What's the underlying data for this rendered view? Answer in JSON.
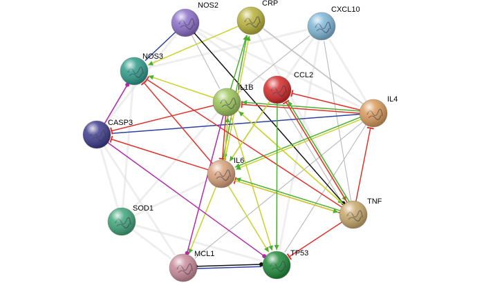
{
  "nodes": [
    {
      "id": "NOS2",
      "label": "NOS2",
      "color": "#8B6FC9"
    },
    {
      "id": "CRP",
      "label": "CRP",
      "color": "#B9B23A"
    },
    {
      "id": "CXCL10",
      "label": "CXCL10",
      "color": "#7FB7D8"
    },
    {
      "id": "NOS3",
      "label": "NOS3",
      "color": "#2E9B8A"
    },
    {
      "id": "CCL2",
      "label": "CCL2",
      "color": "#D42A2A"
    },
    {
      "id": "IL1B",
      "label": "IL1B",
      "color": "#9CC45A"
    },
    {
      "id": "IL4",
      "label": "IL4",
      "color": "#D99A5A"
    },
    {
      "id": "CASP3",
      "label": "CASP3",
      "color": "#3E3C8E"
    },
    {
      "id": "IL6",
      "label": "IL6",
      "color": "#D8A07A"
    },
    {
      "id": "TNF",
      "label": "TNF",
      "color": "#C8A86A"
    },
    {
      "id": "SOD1",
      "label": "SOD1",
      "color": "#3FA57A"
    },
    {
      "id": "MCL1",
      "label": "MCL1",
      "color": "#C98A9A"
    },
    {
      "id": "TP53",
      "label": "TP53",
      "color": "#1F8A3A"
    }
  ],
  "edge_colors": {
    "activation": "#4CAF2F",
    "inhibition": "#E0302A",
    "expression": "#C8D22A",
    "binding": "#2A3FA0",
    "catalysis": "#B22AA8",
    "reaction": "#111111",
    "unspecified": "#B8B8B8",
    "background": "#E2E2E2"
  },
  "edges": [
    {
      "s": "CRP",
      "t": "NOS3",
      "type": "expression"
    },
    {
      "s": "NOS2",
      "t": "NOS3",
      "type": "binding"
    },
    {
      "s": "NOS2",
      "t": "IL1B",
      "type": "unspecified"
    },
    {
      "s": "NOS2",
      "t": "TNF",
      "type": "reaction"
    },
    {
      "s": "IL1B",
      "t": "CRP",
      "type": "activation"
    },
    {
      "s": "IL6",
      "t": "CRP",
      "type": "activation"
    },
    {
      "s": "IL6",
      "t": "CRP",
      "type": "expression"
    },
    {
      "s": "IL1B",
      "t": "CXCL10",
      "type": "unspecified"
    },
    {
      "s": "TNF",
      "t": "CXCL10",
      "type": "unspecified"
    },
    {
      "s": "IL4",
      "t": "CCL2",
      "type": "inhibition"
    },
    {
      "s": "IL4",
      "t": "IL1B",
      "type": "inhibition"
    },
    {
      "s": "IL4",
      "t": "IL1B",
      "type": "activation"
    },
    {
      "s": "IL4",
      "t": "IL6",
      "type": "expression"
    },
    {
      "s": "IL4",
      "t": "IL6",
      "type": "activation"
    },
    {
      "s": "IL4",
      "t": "CASP3",
      "type": "binding"
    },
    {
      "s": "IL1B",
      "t": "NOS3",
      "type": "expression"
    },
    {
      "s": "IL1B",
      "t": "CASP3",
      "type": "inhibition"
    },
    {
      "s": "IL1B",
      "t": "IL6",
      "type": "activation"
    },
    {
      "s": "IL1B",
      "t": "IL6",
      "type": "inhibition"
    },
    {
      "s": "IL1B",
      "t": "TNF",
      "type": "expression"
    },
    {
      "s": "IL1B",
      "t": "TP53",
      "type": "expression"
    },
    {
      "s": "IL6",
      "t": "IL1B",
      "type": "expression"
    },
    {
      "s": "CCL2",
      "t": "TNF",
      "type": "expression"
    },
    {
      "s": "TNF",
      "t": "CCL2",
      "type": "inhibition"
    },
    {
      "s": "TNF",
      "t": "CCL2",
      "type": "activation"
    },
    {
      "s": "TNF",
      "t": "IL6",
      "type": "inhibition"
    },
    {
      "s": "TNF",
      "t": "IL6",
      "type": "activation"
    },
    {
      "s": "TNF",
      "t": "NOS3",
      "type": "inhibition"
    },
    {
      "s": "TNF",
      "t": "TP53",
      "type": "inhibition"
    },
    {
      "s": "TNF",
      "t": "IL4",
      "type": "inhibition"
    },
    {
      "s": "TNF",
      "t": "IL1B",
      "type": "expression"
    },
    {
      "s": "TNF",
      "t": "CCL2",
      "type": "unspecified"
    },
    {
      "s": "IL6",
      "t": "NOS3",
      "type": "inhibition"
    },
    {
      "s": "IL6",
      "t": "CASP3",
      "type": "inhibition"
    },
    {
      "s": "IL6",
      "t": "MCL1",
      "type": "expression"
    },
    {
      "s": "IL6",
      "t": "TP53",
      "type": "expression"
    },
    {
      "s": "IL6",
      "t": "TNF",
      "type": "expression"
    },
    {
      "s": "CASP3",
      "t": "NOS3",
      "type": "catalysis"
    },
    {
      "s": "CASP3",
      "t": "TP53",
      "type": "catalysis"
    },
    {
      "s": "CCL2",
      "t": "IL6",
      "type": "expression"
    },
    {
      "s": "CCL2",
      "t": "TP53",
      "type": "activation"
    },
    {
      "s": "IL1B",
      "t": "MCL1",
      "type": "catalysis"
    },
    {
      "s": "MCL1",
      "t": "TP53",
      "type": "reaction"
    },
    {
      "s": "MCL1",
      "t": "TP53",
      "type": "binding"
    },
    {
      "s": "IL4",
      "t": "TP53",
      "type": "unspecified"
    },
    {
      "s": "IL4",
      "t": "MCL1",
      "type": "unspecified"
    },
    {
      "s": "IL4",
      "t": "CRP",
      "type": "unspecified"
    },
    {
      "s": "IL4",
      "t": "CXCL10",
      "type": "background"
    },
    {
      "s": "CRP",
      "t": "IL4",
      "type": "background"
    },
    {
      "s": "CRP",
      "t": "TNF",
      "type": "background"
    },
    {
      "s": "CXCL10",
      "t": "IL6",
      "type": "background"
    },
    {
      "s": "NOS2",
      "t": "IL4",
      "type": "background"
    },
    {
      "s": "NOS2",
      "t": "CCL2",
      "type": "background"
    },
    {
      "s": "SOD1",
      "t": "NOS3",
      "type": "background"
    },
    {
      "s": "SOD1",
      "t": "CASP3",
      "type": "background"
    },
    {
      "s": "SOD1",
      "t": "MCL1",
      "type": "background"
    },
    {
      "s": "SOD1",
      "t": "IL6",
      "type": "background"
    },
    {
      "s": "SOD1",
      "t": "TP53",
      "type": "background"
    },
    {
      "s": "NOS3",
      "t": "CASP3",
      "type": "background"
    },
    {
      "s": "NOS3",
      "t": "CXCL10",
      "type": "background"
    },
    {
      "s": "CASP3",
      "t": "MCL1",
      "type": "background"
    },
    {
      "s": "NOS2",
      "t": "CASP3",
      "type": "background"
    },
    {
      "s": "CXCL10",
      "t": "TP53",
      "type": "background"
    },
    {
      "s": "IL1B",
      "t": "SOD1",
      "type": "background"
    }
  ]
}
